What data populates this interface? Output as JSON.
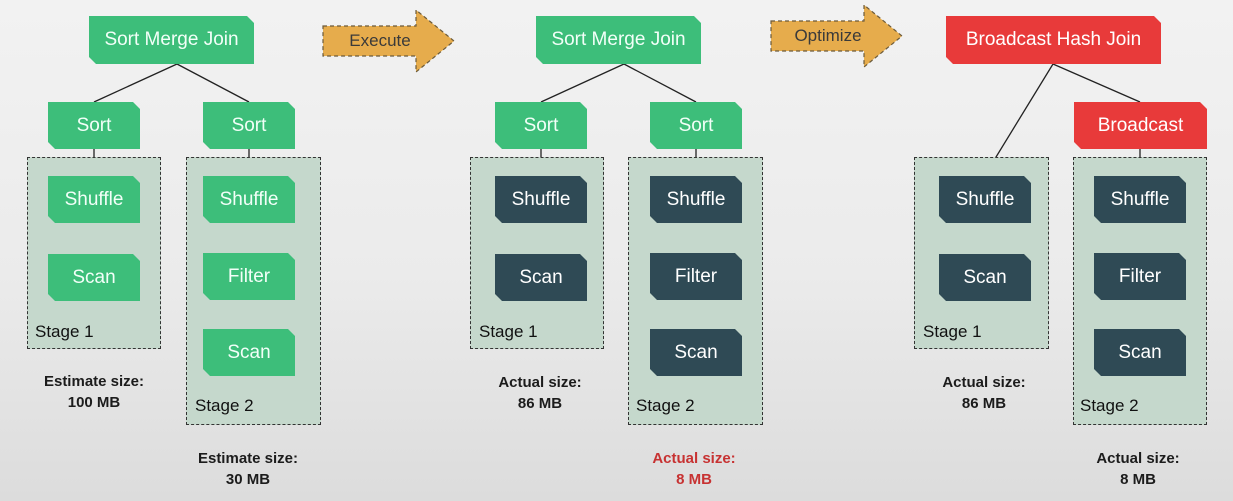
{
  "plans": [
    {
      "root": "Sort Merge Join",
      "left_top": "Sort",
      "right_top": "Sort",
      "stage1": {
        "label": "Stage 1",
        "nodes": [
          "Shuffle",
          "Scan"
        ]
      },
      "stage2": {
        "label": "Stage 2",
        "nodes": [
          "Shuffle",
          "Filter",
          "Scan"
        ]
      },
      "size1": {
        "label": "Estimate size:",
        "value": "100 MB"
      },
      "size2": {
        "label": "Estimate size:",
        "value": "30 MB"
      }
    },
    {
      "root": "Sort Merge Join",
      "left_top": "Sort",
      "right_top": "Sort",
      "stage1": {
        "label": "Stage 1",
        "nodes": [
          "Shuffle",
          "Scan"
        ]
      },
      "stage2": {
        "label": "Stage 2",
        "nodes": [
          "Shuffle",
          "Filter",
          "Scan"
        ]
      },
      "size1": {
        "label": "Actual size:",
        "value": "86 MB"
      },
      "size2": {
        "label": "Actual size:",
        "value": "8 MB"
      }
    },
    {
      "root": "Broadcast Hash Join",
      "right_top": "Broadcast",
      "stage1": {
        "label": "Stage 1",
        "nodes": [
          "Shuffle",
          "Scan"
        ]
      },
      "stage2": {
        "label": "Stage 2",
        "nodes": [
          "Shuffle",
          "Filter",
          "Scan"
        ]
      },
      "size1": {
        "label": "Actual size:",
        "value": "86 MB"
      },
      "size2": {
        "label": "Actual size:",
        "value": "8 MB"
      }
    }
  ],
  "arrows": {
    "execute": "Execute",
    "optimize": "Optimize"
  },
  "colors": {
    "node_green": "#3dbe7a",
    "node_dark": "#2f4a55",
    "node_red": "#e83a3a",
    "stage_fill": "#c5d8cc",
    "arrow_fill": "#e6ac4c",
    "highlight_text": "#c73232"
  }
}
